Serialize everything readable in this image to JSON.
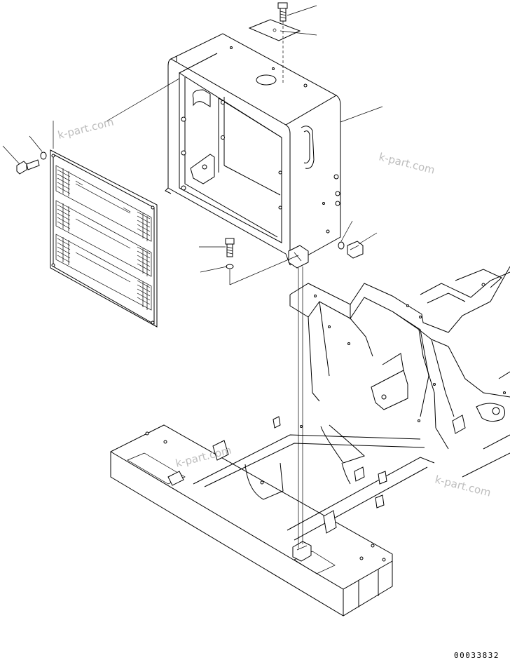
{
  "watermarks": [
    "k-part.com",
    "k-part.com",
    "k-part.com",
    "k-part.com"
  ],
  "drawing_code": "00033832",
  "colors": {
    "line": "#000000",
    "watermark": "#bdbdbd",
    "background": "#ffffff"
  }
}
